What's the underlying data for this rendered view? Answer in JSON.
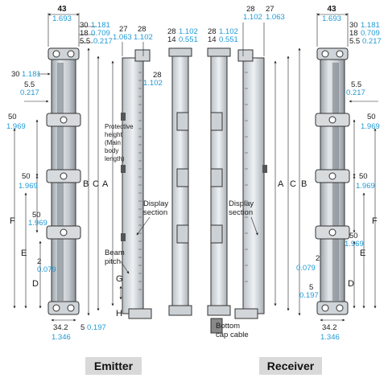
{
  "emitter_dims": {
    "d43": "43",
    "d1693": "1.693",
    "d30": "30",
    "d1181": "1.181",
    "d18": "18",
    "d0709": "0.709",
    "d55": "5.5",
    "d0217": "0.217",
    "left30": "30",
    "left1181": "1.181",
    "left55": "5.5",
    "left0217": "0.217",
    "p50a": "50",
    "p1969a": "1.969",
    "p50b": "50",
    "p1969b": "1.969",
    "p50c": "50",
    "p1969c": "1.969",
    "d2": "2",
    "d0079": "0.079",
    "bot342": "34.2",
    "bot1346": "1.346",
    "bot5": "5",
    "bot0197": "0.197",
    "F": "F",
    "E": "E",
    "D": "D"
  },
  "emitter_side": {
    "d27": "27",
    "d1063": "1.063",
    "d28t": "28",
    "d1102t": "1.102",
    "d28r": "28",
    "d1102r": "1.102",
    "B": "B",
    "C": "C",
    "A": "A",
    "G": "G",
    "H": "H",
    "protective_height": [
      "Protective",
      "height",
      "(Main",
      "body",
      "length)"
    ],
    "display_section": [
      "Display",
      "section"
    ],
    "beam_pitch": [
      "Beam",
      "pitch"
    ]
  },
  "middle_dims": {
    "e28": "28",
    "e1102": "1.102",
    "e14": "14",
    "e0551": "0.551",
    "r28": "28",
    "r1102": "1.102",
    "r14": "14",
    "r0551": "0.551"
  },
  "receiver_side": {
    "d28": "28",
    "d1102": "1.102",
    "d27": "27",
    "d1063": "1.063",
    "A": "A",
    "C": "C",
    "B": "B",
    "display_section": [
      "Display",
      "section"
    ],
    "bottom_cap_cable": [
      "Bottom",
      "cap cable"
    ]
  },
  "receiver_dims": {
    "d43": "43",
    "d1693": "1.693",
    "d30": "30",
    "d1181": "1.181",
    "d18": "18",
    "d0709": "0.709",
    "d55": "5.5",
    "d0217": "0.217",
    "right55": "5.5",
    "right0217": "0.217",
    "p50a": "50",
    "p1969a": "1.969",
    "p50b": "50",
    "p1969b": "1.969",
    "p50c": "50",
    "p1969c": "1.969",
    "d2": "2",
    "d0079": "0.079",
    "d5": "5",
    "d0197": "0.197",
    "bot342": "34.2",
    "bot1346": "1.346",
    "F": "F",
    "E": "E",
    "D": "D"
  },
  "labels": {
    "emitter": "Emitter",
    "receiver": "Receiver"
  }
}
